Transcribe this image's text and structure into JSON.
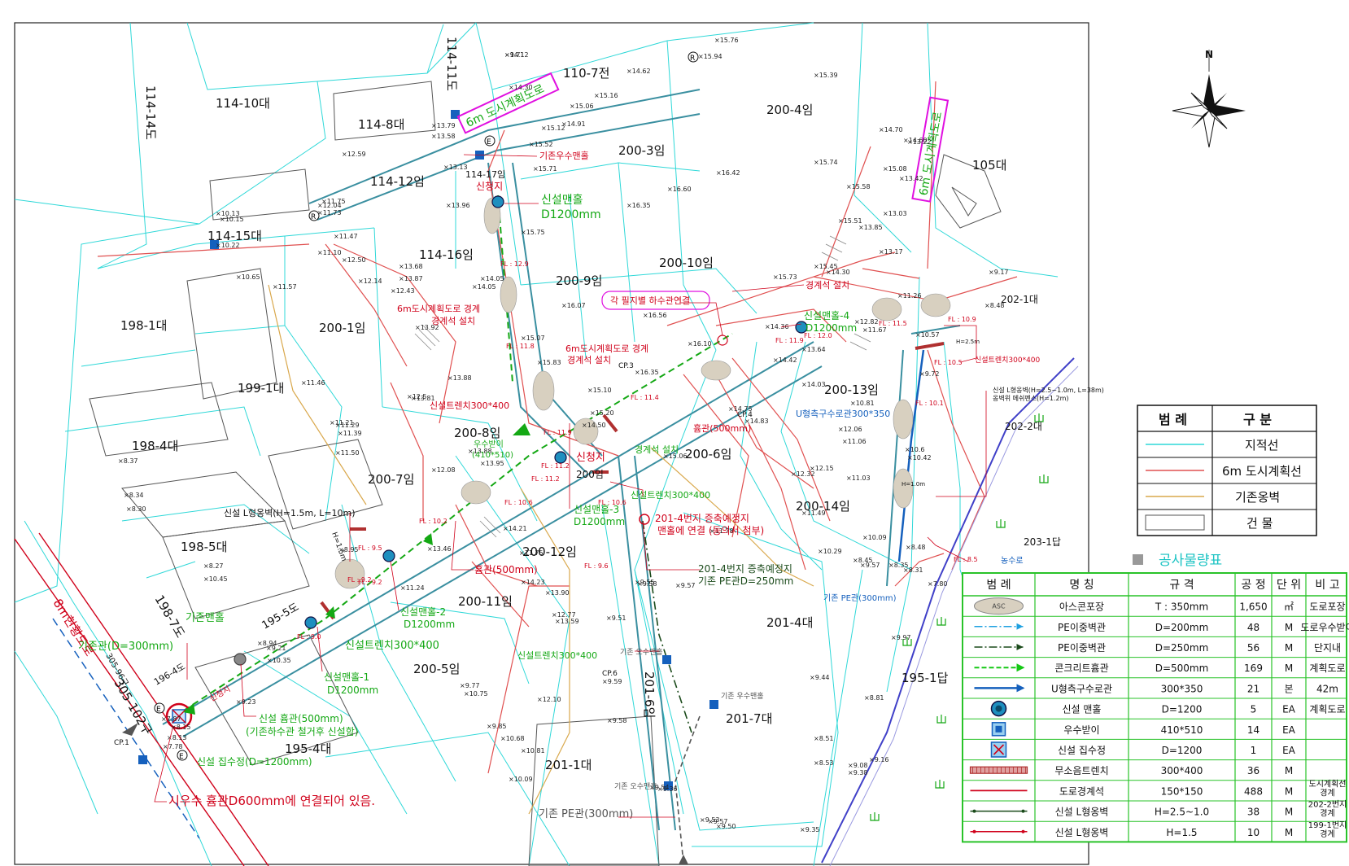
{
  "parcels": [
    {
      "label": "114-10대"
    },
    {
      "label": "114-8대"
    },
    {
      "label": "114-12임"
    },
    {
      "label": "114-15대"
    },
    {
      "label": "114-17임"
    },
    {
      "label": "114-16임"
    },
    {
      "label": "110-7전"
    },
    {
      "label": "200-4임"
    },
    {
      "label": "200-3임"
    },
    {
      "label": "105대"
    },
    {
      "label": "200-9임"
    },
    {
      "label": "200-10임"
    },
    {
      "label": "198-1대"
    },
    {
      "label": "200-1임"
    },
    {
      "label": "199-1대"
    },
    {
      "label": "198-4대"
    },
    {
      "label": "200-8임"
    },
    {
      "label": "200-7임"
    },
    {
      "label": "200임"
    },
    {
      "label": "200-6임"
    },
    {
      "label": "200-13임"
    },
    {
      "label": "202-1대"
    },
    {
      "label": "202-2대"
    },
    {
      "label": "198-5대"
    },
    {
      "label": "200-12임"
    },
    {
      "label": "200-14임"
    },
    {
      "label": "203-1답"
    },
    {
      "label": "200-11임"
    },
    {
      "label": "201-4대"
    },
    {
      "label": "200-5임"
    },
    {
      "label": "195-1답"
    },
    {
      "label": "201-7대"
    },
    {
      "label": "195-4대"
    },
    {
      "label": "201-1대"
    },
    {
      "label": "195-5도"
    },
    {
      "label": "196-4도"
    },
    {
      "label": "198-7도"
    },
    {
      "label": "114-14도"
    },
    {
      "label": "114-11도"
    },
    {
      "label": "201-6임"
    },
    {
      "label": "305-102구"
    },
    {
      "label": "305-96구"
    }
  ],
  "road_plans": {
    "top_left": "6m 도시계획도로",
    "top_right": "6m 도시계획도로",
    "highway": "8m현황도로"
  },
  "survey_points": [
    "14.12",
    "15.76",
    "15.94",
    "14.62",
    "15.39",
    "14.30",
    "15.16",
    "15.06",
    "14.91",
    "15.12",
    "15.52",
    "15.71",
    "14.70",
    "14.60",
    "13.22",
    "13.42",
    "15.08",
    "15.74",
    "15.58",
    "16.42",
    "13.13",
    "13.79",
    "13.96",
    "16.35",
    "16.60",
    "13.58",
    "14.05",
    "12.59",
    "12.04",
    "11.73",
    "10.13",
    "10.15",
    "11.75",
    "10.22",
    "11.10",
    "11.47",
    "15.75",
    "15.51",
    "13.85",
    "13.03",
    "13.17",
    "14.30",
    "15.45",
    "15.73",
    "13.68",
    "13.87",
    "12.50",
    "12.14",
    "10.65",
    "11.57",
    "12.43",
    "14.05",
    "16.07",
    "16.56",
    "16.10",
    "11.26",
    "11.67",
    "12.82",
    "9.17",
    "8.48",
    "13.92",
    "15.07",
    "15.83",
    "13.88",
    "15.10",
    "16.35",
    "14.36",
    "13.64",
    "14.42",
    "10.57",
    "9.72",
    "12.5",
    "13.81",
    "14.50",
    "15.20",
    "14.75",
    "14.83",
    "14.03",
    "10.81",
    "12.06",
    "11.06",
    "11.46",
    "11.29",
    "11.39",
    "11.21",
    "11.50",
    "13.95",
    "13.88",
    "12.08",
    "10.6",
    "15.06",
    "11.49",
    "12.32",
    "12.15",
    "11.03",
    "10.42",
    "8.37",
    "8.34",
    "8.30",
    "8.27",
    "10.45",
    "8.95",
    "8.94",
    "9.21",
    "10.35",
    "11.24",
    "13.46",
    "14.21",
    "11.75",
    "14.23",
    "13.90",
    "12.77",
    "13.59",
    "9.51",
    "9.55",
    "9.58",
    "9.57",
    "11.78",
    "10.29",
    "10.09",
    "9.57",
    "8.45",
    "8.48",
    "8.35",
    "8.31",
    "7.80",
    "8.13",
    "8.15",
    "7.87",
    "7.78",
    "9.23",
    "9.77",
    "10.75",
    "12.10",
    "9.85",
    "10.68",
    "10.81",
    "10.09",
    "9.59",
    "9.58",
    "9.54",
    "9.36",
    "9.53",
    "9.44",
    "9.57",
    "9.50",
    "8.53",
    "8.81",
    "9.16",
    "9.35",
    "8.51",
    "9.38",
    "9.08",
    "9.97",
    "9.71"
  ],
  "callouts": {
    "existing_rain_manhole": "기존우수맨홀",
    "applicant_top": "신청지",
    "new_manhole_top_1": "신설맨홀",
    "new_manhole_top_2": "D1200mm",
    "city_road_boundary_1": "6m도시계획도로 경계",
    "boundary_stone_1": "경계석 설치",
    "city_road_boundary_2": "6m도시계획도로 경계",
    "boundary_stone_2": "경계석 설치",
    "sewer_connect": "각 필지별 하수관연결",
    "boundary_stone_3": "경계석 설치",
    "new_manhole_4_1": "신설맨홀-4",
    "new_manhole_4_2": "D1200mm",
    "new_trench_1": "신설트렌치300*400",
    "u_channel": "U형측구수로관300*350",
    "new_trench_2": "신설트렌치300*400",
    "l_wall_1": "신설 L형옹벽(H=2.5~1.0m, L=38m)",
    "l_wall_1b": "옹벽위 메쉬펜스(H=1.2m)",
    "rain_inlet_1": "우수받이",
    "rain_inlet_2": "(410*510)",
    "applicant_mid": "신청지",
    "hume_500_1": "흄관(500mm)",
    "boundary_stone_4": "경계석 설치",
    "new_trench_3": "신설트렌치300*400",
    "new_manhole_3_1": "신설맨홀-3",
    "new_manhole_3_2": "D1200mm",
    "planned_201_4_1": "201-4번지 증축예정지",
    "planned_201_4_2": "맨홀에 연결 (동의서 첨부)",
    "l_wall_2": "신설 L형옹벽(H=1.5m, L=10m)",
    "hume_500_2": "흄관(500mm)",
    "planned_201_4_3": "201-4번지 증축예정지",
    "planned_201_4_4": "기존 PE관D=250mm",
    "existing_manhole": "기존맨홀",
    "new_manhole_2_1": "신설맨홀-2",
    "new_manhole_2_2": "D1200mm",
    "existing_pipe_300": "기존관(D=300mm)",
    "new_trench_4": "신설트렌치300*400",
    "new_manhole_1_1": "신설맨홀-1",
    "new_manhole_1_2": "D1200mm",
    "new_trench_5": "신설트렌치300*400",
    "existing_sewer_manhole_1": "기존 오수맨홀",
    "existing_rain_manhole_2": "기존 우수맨홀",
    "new_hume_1": "신설 흄관(500mm)",
    "new_hume_2": "(기존하수관 철거후 신설함)",
    "new_catch_basin": "신설 집수정(D=1200mm)",
    "existing_sewer_manhole_2": "기존 오수맨홀",
    "existing_pe_300_1": "기존 PE관(300mm)",
    "existing_pe_300_2": "기존 PE관(300mm)",
    "farm_channel": "농수로",
    "applicant_low": "신청지",
    "connected_note": "시우수 흄관D600mm에 연결되어 있음.",
    "h15": "H=1.5m",
    "h25": "H=2.5m",
    "h10": "H=1.0m",
    "cp3": "CP.3",
    "cp4": "CP.4",
    "cp6": "CP.6",
    "cp1": "CP.1"
  },
  "flow_levels": [
    "FL : 12.9",
    "FL : 11.8",
    "FL : 11.9",
    "FL : 12.0",
    "FL : 11.5",
    "FL : 10.9",
    "FL : 10.5",
    "FL : 10.1",
    "FL : 11.4",
    "FL : 11.9",
    "FL : 11.2",
    "FL : 11.2",
    "FL : 10.6",
    "FL : 10.6",
    "FL : 10.2",
    "FL : 9.5",
    "FL : 9.6",
    "FL : 9.2",
    "FL : 9.0",
    "FL : 9.2",
    "FL : 8.5"
  ],
  "markers": {
    "e": "E",
    "r": "R"
  },
  "north": "N",
  "legend": {
    "headers": [
      "범 례",
      "구 분"
    ],
    "rows": [
      {
        "label": "지적선",
        "color": "#2fd8d8"
      },
      {
        "label": "6m 도시계획선",
        "color": "#e05050"
      },
      {
        "label": "기존옹벽",
        "color": "#d9a84c"
      },
      {
        "label": "건 물",
        "color": "#555555"
      }
    ]
  },
  "quantity_table": {
    "title": "공사물량표",
    "headers": [
      "범 례",
      "명 칭",
      "규 격",
      "공 정",
      "단 위",
      "비 고"
    ],
    "rows": [
      {
        "symbol": "ASC",
        "name": "아스콘포장",
        "spec": "T : 350mm",
        "qty": "1,650",
        "unit": "㎡",
        "note": "도로포장"
      },
      {
        "symbol": "pe200",
        "name": "PE이중벽관",
        "spec": "D=200mm",
        "qty": "48",
        "unit": "M",
        "note": "도로우수받이"
      },
      {
        "symbol": "pe250",
        "name": "PE이중벽관",
        "spec": "D=250mm",
        "qty": "56",
        "unit": "M",
        "note": "단지내"
      },
      {
        "symbol": "hume",
        "name": "콘크리트흄관",
        "spec": "D=500mm",
        "qty": "169",
        "unit": "M",
        "note": "계획도로"
      },
      {
        "symbol": "uchannel",
        "name": "U형측구수로관",
        "spec": "300*350",
        "qty": "21",
        "unit": "본",
        "note": "42m"
      },
      {
        "symbol": "manhole",
        "name": "신설 맨홀",
        "spec": "D=1200",
        "qty": "5",
        "unit": "EA",
        "note": "계획도로"
      },
      {
        "symbol": "inlet",
        "name": "우수받이",
        "spec": "410*510",
        "qty": "14",
        "unit": "EA",
        "note": ""
      },
      {
        "symbol": "catch",
        "name": "신설 집수정",
        "spec": "D=1200",
        "qty": "1",
        "unit": "EA",
        "note": ""
      },
      {
        "symbol": "trench",
        "name": "무소음트렌치",
        "spec": "300*400",
        "qty": "36",
        "unit": "M",
        "note": ""
      },
      {
        "symbol": "curb",
        "name": "도로경계석",
        "spec": "150*150",
        "qty": "488",
        "unit": "M",
        "note": "도시계획선 경계"
      },
      {
        "symbol": "lwall1",
        "name": "신설 L형옹벽",
        "spec": "H=2.5~1.0",
        "qty": "38",
        "unit": "M",
        "note": "202-2번지 경계"
      },
      {
        "symbol": "lwall2",
        "name": "신설 L형옹벽",
        "spec": "H=1.5",
        "qty": "10",
        "unit": "M",
        "note": "199-1번지 경계"
      }
    ]
  },
  "colors": {
    "cadastral": "#2fd8d8",
    "plan_line": "#e05050",
    "old_wall": "#d9a84c",
    "building": "#555555",
    "road_main": "#3a8fa0",
    "green": "#14a814",
    "blue": "#1560bd",
    "red": "#d0021b"
  }
}
